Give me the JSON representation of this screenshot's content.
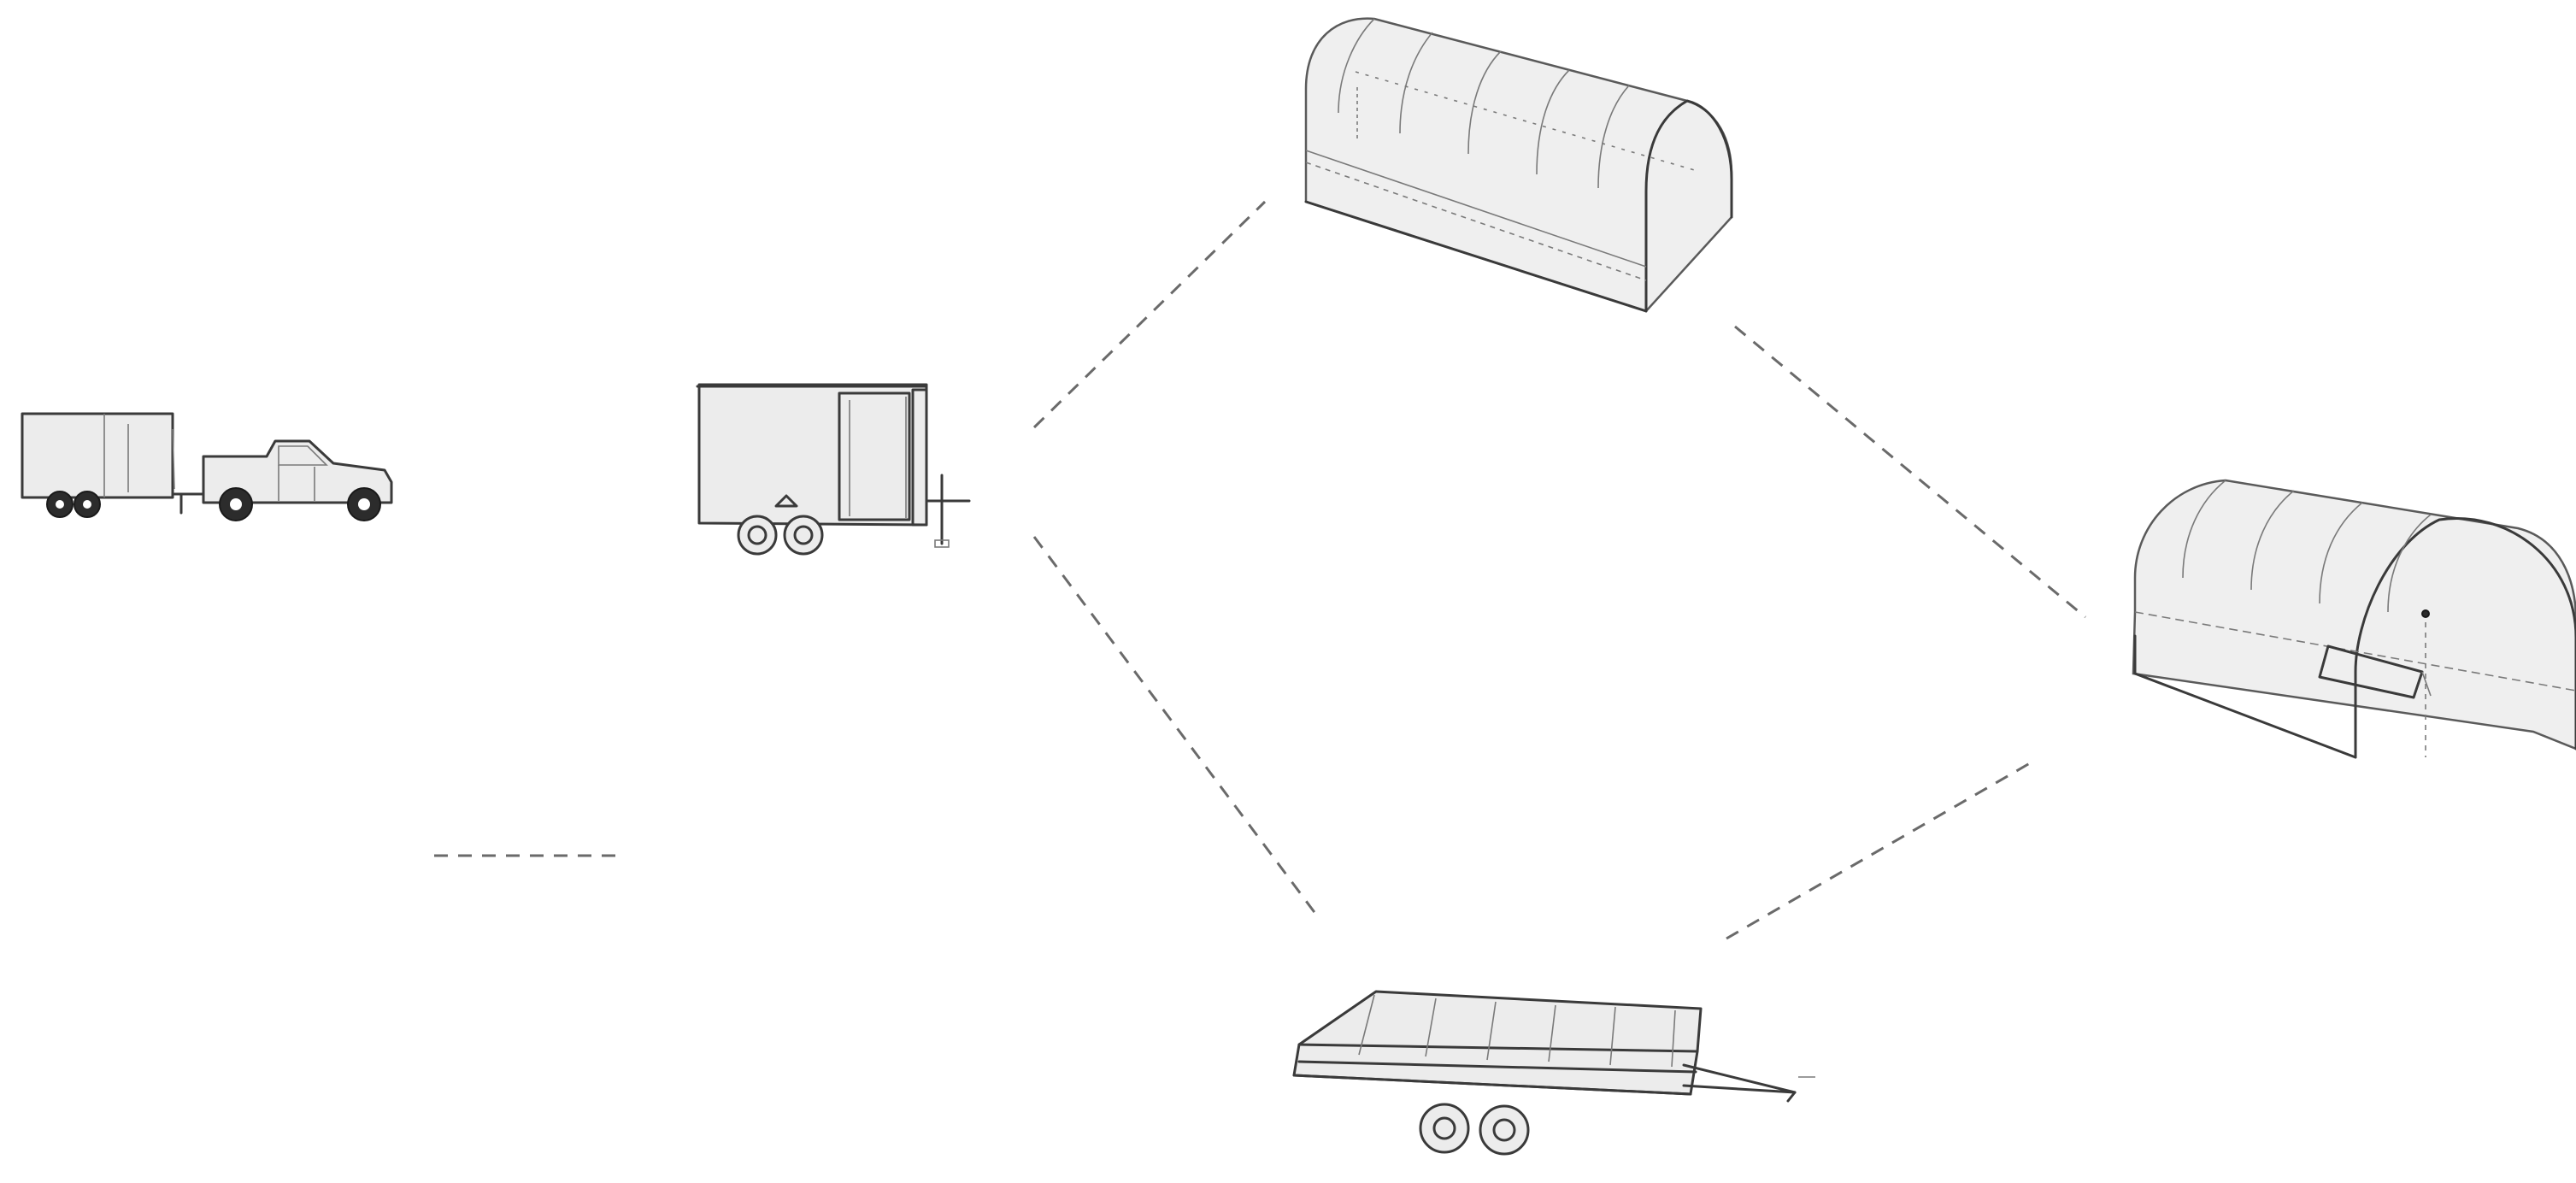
{
  "diagram": {
    "nodes": [
      {
        "id": "truck-trailer",
        "icon": "truck-with-trailer-icon"
      },
      {
        "id": "enclosed-trailer",
        "icon": "enclosed-trailer-icon"
      },
      {
        "id": "hoop-shelter",
        "icon": "hoop-shelter-icon"
      },
      {
        "id": "flatbed-trailer",
        "icon": "flatbed-trailer-frame-icon"
      },
      {
        "id": "assembled-shelter",
        "icon": "shelter-over-trailer-icon"
      }
    ],
    "connectors": [
      {
        "from": "enclosed-trailer",
        "to": "hoop-shelter",
        "style": "dashed"
      },
      {
        "from": "enclosed-trailer",
        "to": "flatbed-trailer",
        "style": "dashed"
      },
      {
        "from": "hoop-shelter",
        "to": "assembled-shelter",
        "style": "dashed"
      },
      {
        "from": "flatbed-trailer",
        "to": "assembled-shelter",
        "style": "dashed"
      },
      {
        "from": "truck-trailer",
        "to": "enclosed-trailer",
        "style": "dashed"
      }
    ],
    "colors": {
      "background": "#ffffff",
      "line": "#6a6a6a",
      "stroke": "#3a3a3a"
    }
  }
}
